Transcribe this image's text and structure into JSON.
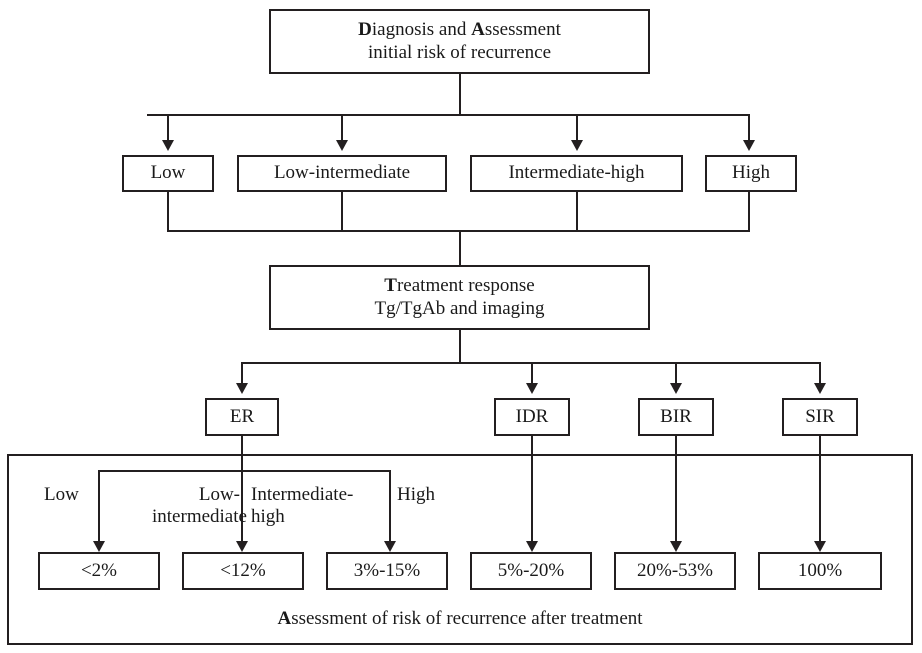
{
  "figure": {
    "type": "clinical-decision-flowchart",
    "title_box": {
      "line1_bold_initial": "D",
      "line1": "Diagnosis and Assessment",
      "line2": "initial risk of recurrence"
    },
    "initial_risk_levels": [
      {
        "label": "Low"
      },
      {
        "label": "Low-intermediate"
      },
      {
        "label": "Intermediate-high"
      },
      {
        "label": "High"
      }
    ],
    "treatment_box": {
      "line1_bold_initial": "T",
      "line1": "Treatment response",
      "line2": "Tg/TgAb and imaging"
    },
    "response_categories": [
      {
        "label": "ER"
      },
      {
        "label": "IDR"
      },
      {
        "label": "BIR"
      },
      {
        "label": "SIR"
      }
    ],
    "er_sublabels": [
      {
        "label": "Low"
      },
      {
        "label_line1": "Low-",
        "label_line2": "intermediate"
      },
      {
        "label_line1": "Intermediate-",
        "label_line2": "high"
      },
      {
        "label": "High"
      }
    ],
    "outcome_values": [
      {
        "value": "<2%"
      },
      {
        "value": "<12%"
      },
      {
        "value": "3%-15%"
      },
      {
        "value": "5%-20%"
      },
      {
        "value": "20%-53%"
      },
      {
        "value": "100%"
      }
    ],
    "bottom_caption": {
      "bold_initial": "A",
      "text": "Assessment of risk of recurrence after treatment"
    },
    "colors": {
      "stroke": "#231f20",
      "background": "#ffffff",
      "text": "#1a1a1a"
    }
  }
}
